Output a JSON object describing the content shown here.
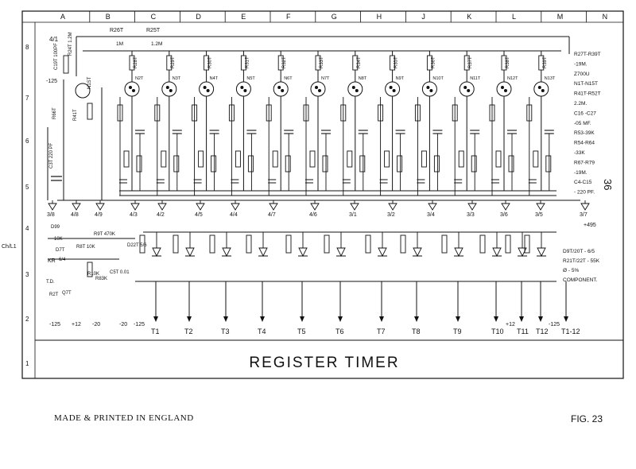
{
  "diagram": {
    "title": "REGISTER TIMER",
    "columns": [
      "A",
      "B",
      "C",
      "D",
      "E",
      "F",
      "G",
      "H",
      "J",
      "K",
      "L",
      "M",
      "N"
    ],
    "rows": [
      "8",
      "7",
      "6",
      "5",
      "4",
      "3",
      "2",
      "1"
    ],
    "top_resistors": [
      {
        "name": "R26T",
        "value": "1M"
      },
      {
        "name": "R25T",
        "value": "1.2M"
      }
    ],
    "left_terminal": "4/1",
    "left_supply": "-125",
    "left_parts": [
      "C19T 100PF",
      "R24T 1.2M",
      "N1ST",
      "R66T",
      "R41T",
      "C3T 220 PF"
    ],
    "stage_labels": [
      "R28T",
      "R29T",
      "R30T",
      "R31T",
      "R32T",
      "R33T",
      "R34T",
      "R35T",
      "R36T",
      "R37T",
      "R38T",
      "R39T"
    ],
    "neon_labels": [
      "N2T",
      "N3T",
      "N4T",
      "N5T",
      "N6T",
      "N7T",
      "N8T",
      "N9T",
      "N10T",
      "N11T",
      "N12T",
      "N13T"
    ],
    "pins": [
      "3/8",
      "4/8",
      "4/9",
      "4/3",
      "4/2",
      "4/5",
      "4/4",
      "4/7",
      "4/6",
      "3/1",
      "3/2",
      "3/4",
      "3/3",
      "3/6",
      "3/5",
      "3/7"
    ],
    "supply_plus": "+495",
    "lower_left_parts": [
      "D99",
      "10K",
      "R8T 10K",
      "D7T",
      "6/4",
      "R9T 470K",
      "R10K",
      "R83K",
      "C5T 0.01",
      "D22T 5/6",
      "R2T",
      "T.D.",
      "Q7T"
    ],
    "bottom_supplies": [
      "-125",
      "+12",
      "-20",
      "-125",
      "-20",
      "+12",
      "-125"
    ],
    "outputs": [
      "T1",
      "T2",
      "T3",
      "T4",
      "T5",
      "T6",
      "T7",
      "T8",
      "T9",
      "T10",
      "T11",
      "T12",
      "T1-12"
    ],
    "right_notes": [
      "R27T-R39T",
      "-19M.",
      "Z700U",
      "N1T-N15T",
      "R41T-R52T",
      "2.2M.",
      "C16 -C27",
      "-05 MF.",
      "R53-39K",
      "R54-R64",
      "-33K",
      "R67-R79",
      "-19M.",
      "C4-C15",
      "- 220 PF."
    ],
    "right_notes_lower": [
      "D9T/20T - 6/5",
      "R21T/22T - 55K",
      "Ø - 5%",
      "COMPONENT."
    ],
    "edge_left_label": "Ch/L1",
    "edge_left_label2": "KR",
    "page_number": "36"
  },
  "footer": {
    "left": "MADE & PRINTED IN ENGLAND",
    "right": "FIG. 23"
  },
  "colors": {
    "ink": "#111111",
    "paper": "#ffffff"
  }
}
